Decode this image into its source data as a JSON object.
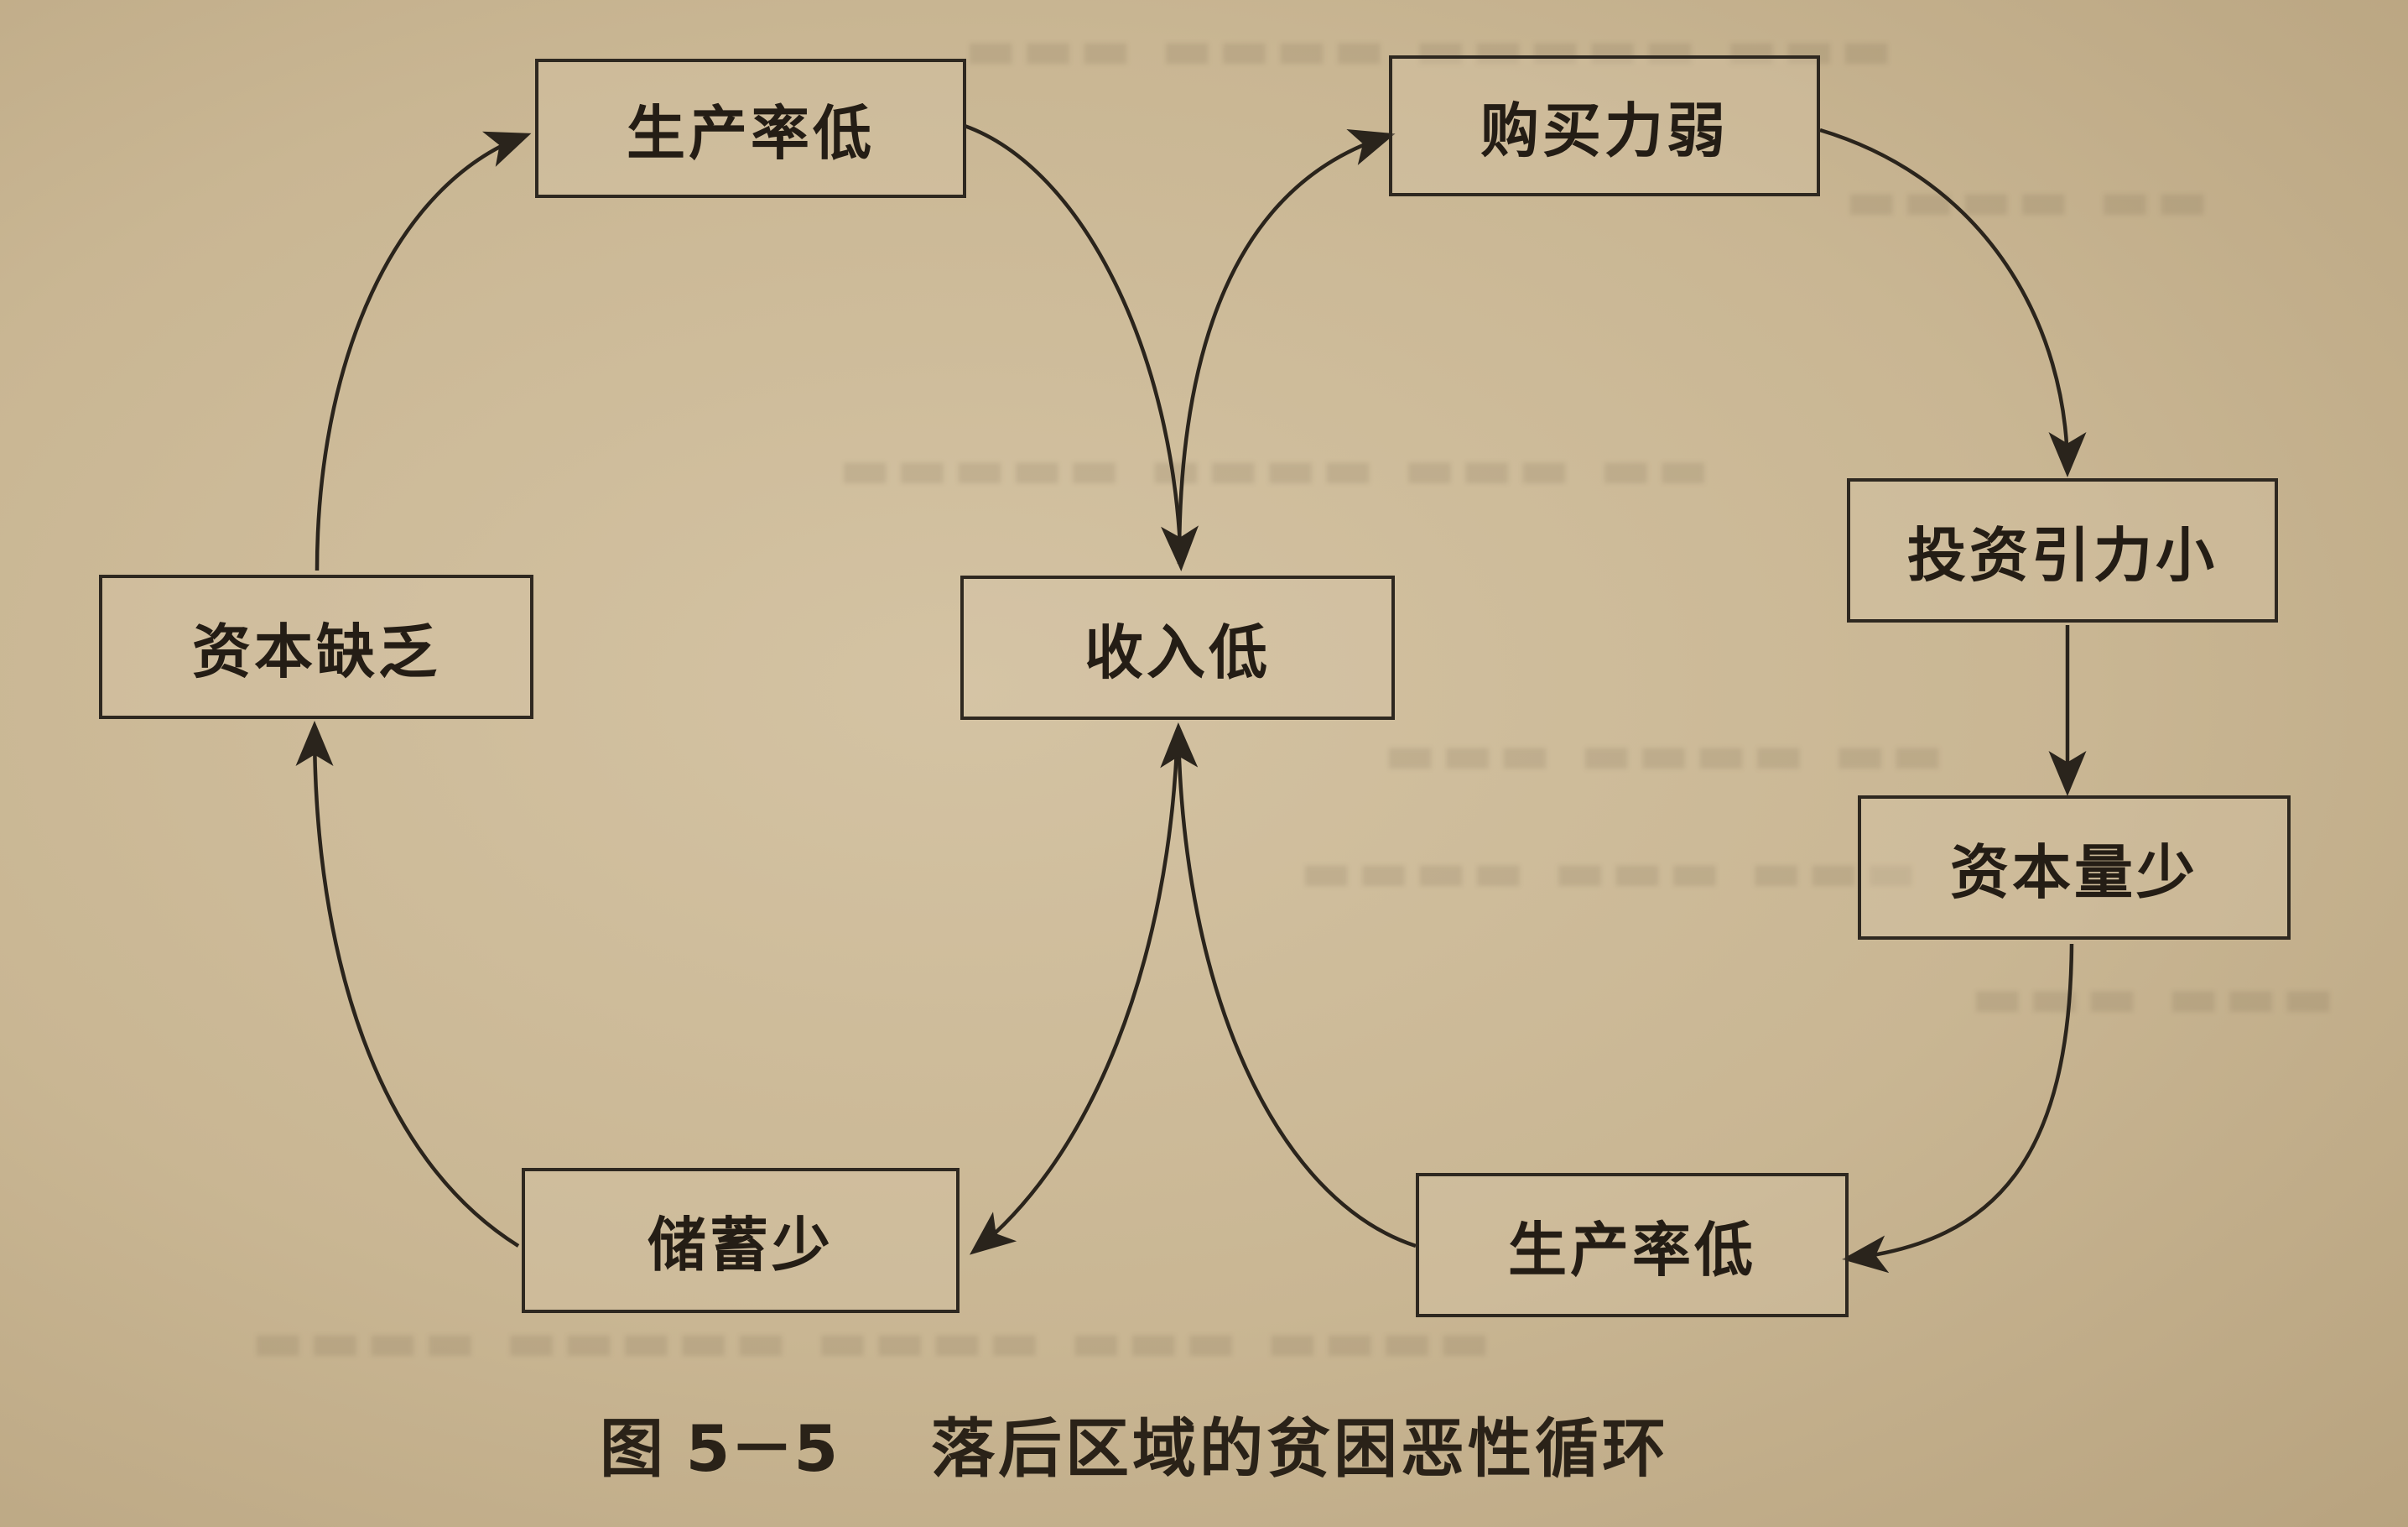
{
  "diagram": {
    "nodes": {
      "productivity_low_top": "生产率低",
      "capital_shortage": "资本缺乏",
      "savings_low": "储蓄少",
      "income_low": "收入低",
      "purchasing_power_weak": "购买力弱",
      "investment_incentive_small": "投资引力小",
      "capital_amount_small": "资本量少",
      "productivity_low_bottom": "生产率低"
    },
    "edges": [
      {
        "from": "capital_shortage",
        "to": "productivity_low_top"
      },
      {
        "from": "productivity_low_top",
        "to": "income_low"
      },
      {
        "from": "income_low",
        "to": "savings_low"
      },
      {
        "from": "savings_low",
        "to": "capital_shortage"
      },
      {
        "from": "income_low",
        "to": "purchasing_power_weak"
      },
      {
        "from": "purchasing_power_weak",
        "to": "investment_incentive_small"
      },
      {
        "from": "investment_incentive_small",
        "to": "capital_amount_small"
      },
      {
        "from": "capital_amount_small",
        "to": "productivity_low_bottom"
      },
      {
        "from": "productivity_low_bottom",
        "to": "income_low"
      }
    ]
  },
  "caption": {
    "label": "图 5－5",
    "title": "落后区域的贫困恶性循环"
  },
  "colors": {
    "paper": "#c9b693",
    "ink": "#2e2820"
  }
}
